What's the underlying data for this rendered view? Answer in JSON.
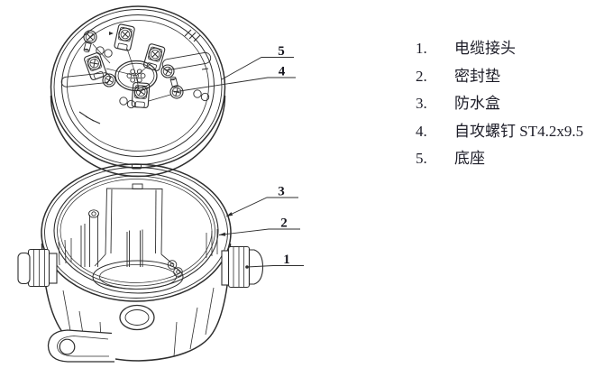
{
  "legend": {
    "items": [
      {
        "num": "1.",
        "label": "电缆接头"
      },
      {
        "num": "2.",
        "label": "密封垫"
      },
      {
        "num": "3.",
        "label": "防水盒"
      },
      {
        "num": "4.",
        "label": "自攻螺钉 ST4.2x9.5"
      },
      {
        "num": "5.",
        "label": "底座"
      }
    ]
  },
  "callouts": {
    "c1": "1",
    "c2": "2",
    "c3": "3",
    "c4": "4",
    "c5": "5"
  },
  "colors": {
    "line": "#2e2e2e",
    "text": "#1d1d28",
    "background": "#ffffff"
  }
}
